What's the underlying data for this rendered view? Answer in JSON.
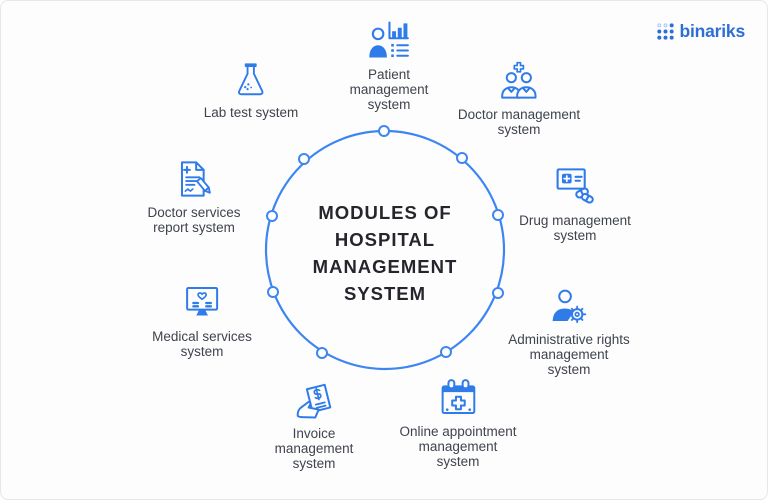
{
  "brand": {
    "name": "binariks",
    "logo_icon": "dots-grid-icon"
  },
  "center": {
    "title": "MODULES OF\nHOSPITAL\nMANAGEMENT\nSYSTEM"
  },
  "modules": [
    {
      "name": "patient-management",
      "label": "Patient\nmanagement\nsystem",
      "icon": "patient-stats-icon"
    },
    {
      "name": "doctor-management",
      "label": "Doctor management\nsystem",
      "icon": "doctors-icon"
    },
    {
      "name": "drug-management",
      "label": "Drug management\nsystem",
      "icon": "prescription-pills-icon"
    },
    {
      "name": "administrative-rights-management",
      "label": "Administrative rights\nmanagement\nsystem",
      "icon": "user-gear-icon"
    },
    {
      "name": "online-appointment-management",
      "label": "Online appointment\nmanagement\nsystem",
      "icon": "calendar-plus-icon"
    },
    {
      "name": "invoice-management",
      "label": "Invoice\nmanagement\nsystem",
      "icon": "hand-invoice-icon"
    },
    {
      "name": "medical-services",
      "label": "Medical services\nsystem",
      "icon": "monitor-heart-icon"
    },
    {
      "name": "doctor-services-report",
      "label": "Doctor services\nreport system",
      "icon": "report-pencil-icon"
    },
    {
      "name": "lab-test",
      "label": "Lab test system",
      "icon": "lab-flask-icon"
    }
  ],
  "colors": {
    "accent_blue": "#2f7ce9",
    "circle_blue": "#3d86f2",
    "logo_blue": "#2e6fd6",
    "title_dark": "#25262c",
    "label_gray": "#3f434c"
  }
}
